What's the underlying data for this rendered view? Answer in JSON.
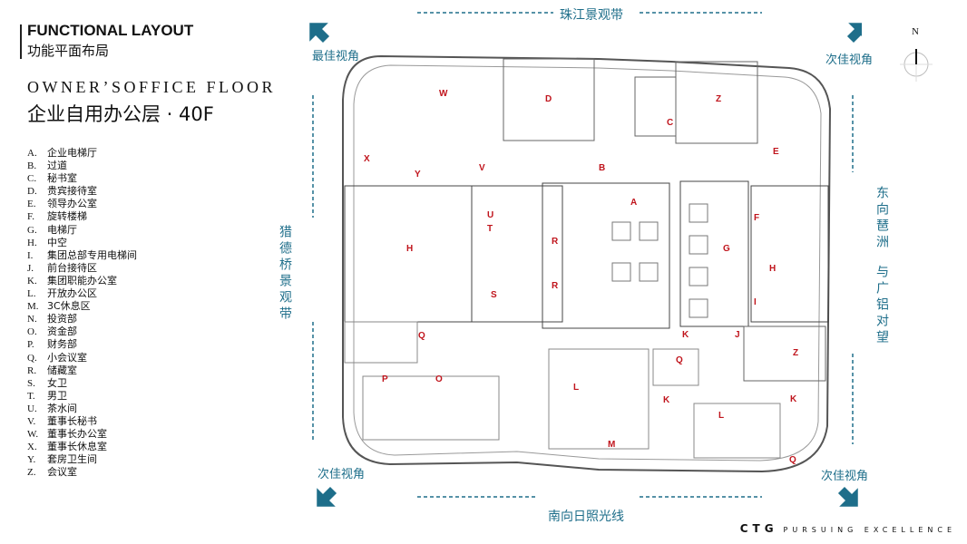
{
  "header": {
    "title_en": "FUNCTIONAL LAYOUT",
    "title_cn": "功能平面布局",
    "floor_en": "OWNER’SOFFICE FLOOR",
    "floor_cn": "企业自用办公层 · 40F"
  },
  "legend": [
    {
      "k": "A.",
      "v": "企业电梯厅"
    },
    {
      "k": "B.",
      "v": "过道"
    },
    {
      "k": "C.",
      "v": "秘书室"
    },
    {
      "k": "D.",
      "v": "贵宾接待室"
    },
    {
      "k": "E.",
      "v": "领导办公室"
    },
    {
      "k": "F.",
      "v": "旋转楼梯"
    },
    {
      "k": "G.",
      "v": "电梯厅"
    },
    {
      "k": "H.",
      "v": "中空"
    },
    {
      "k": "I.",
      "v": "集团总部专用电梯间"
    },
    {
      "k": "J.",
      "v": "前台接待区"
    },
    {
      "k": "K.",
      "v": "集团职能办公室"
    },
    {
      "k": "L.",
      "v": "开放办公区"
    },
    {
      "k": "M.",
      "v": "3C休息区"
    },
    {
      "k": "N.",
      "v": "投资部"
    },
    {
      "k": "O.",
      "v": "资金部"
    },
    {
      "k": "P.",
      "v": "财务部"
    },
    {
      "k": "Q.",
      "v": "小会议室"
    },
    {
      "k": "R.",
      "v": "储藏室"
    },
    {
      "k": "S.",
      "v": "女卫"
    },
    {
      "k": "T.",
      "v": "男卫"
    },
    {
      "k": "U.",
      "v": "茶水间"
    },
    {
      "k": "V.",
      "v": "董事长秘书"
    },
    {
      "k": "W.",
      "v": "董事长办公室"
    },
    {
      "k": "X.",
      "v": "董事长休息室"
    },
    {
      "k": "Y.",
      "v": "套房卫生间"
    },
    {
      "k": "Z.",
      "v": "会议室"
    }
  ],
  "directions": {
    "top": "珠江景观带",
    "top_left": "最佳视角",
    "top_right": "次佳视角",
    "bottom_left": "次佳视角",
    "bottom_right": "次佳视角",
    "bottom": "南向日照光线",
    "left": "猎德桥景观带",
    "right_1": "东向琶洲",
    "right_2": "与广铝对望"
  },
  "compass": "N",
  "rooms": [
    "W",
    "D",
    "Z",
    "C",
    "E",
    "X",
    "Y",
    "V",
    "B",
    "A",
    "U",
    "T",
    "F",
    "R",
    "G",
    "H",
    "H",
    "S",
    "R",
    "I",
    "K",
    "J",
    "Q",
    "Z",
    "Q",
    "P",
    "O",
    "L",
    "K",
    "K",
    "L",
    "M",
    "Q"
  ],
  "footer": {
    "brand": "CTG",
    "slogan": "PURSUING EXCELLENCE"
  },
  "colors": {
    "accent": "#1e6e8a",
    "room_label": "#c0141c"
  }
}
